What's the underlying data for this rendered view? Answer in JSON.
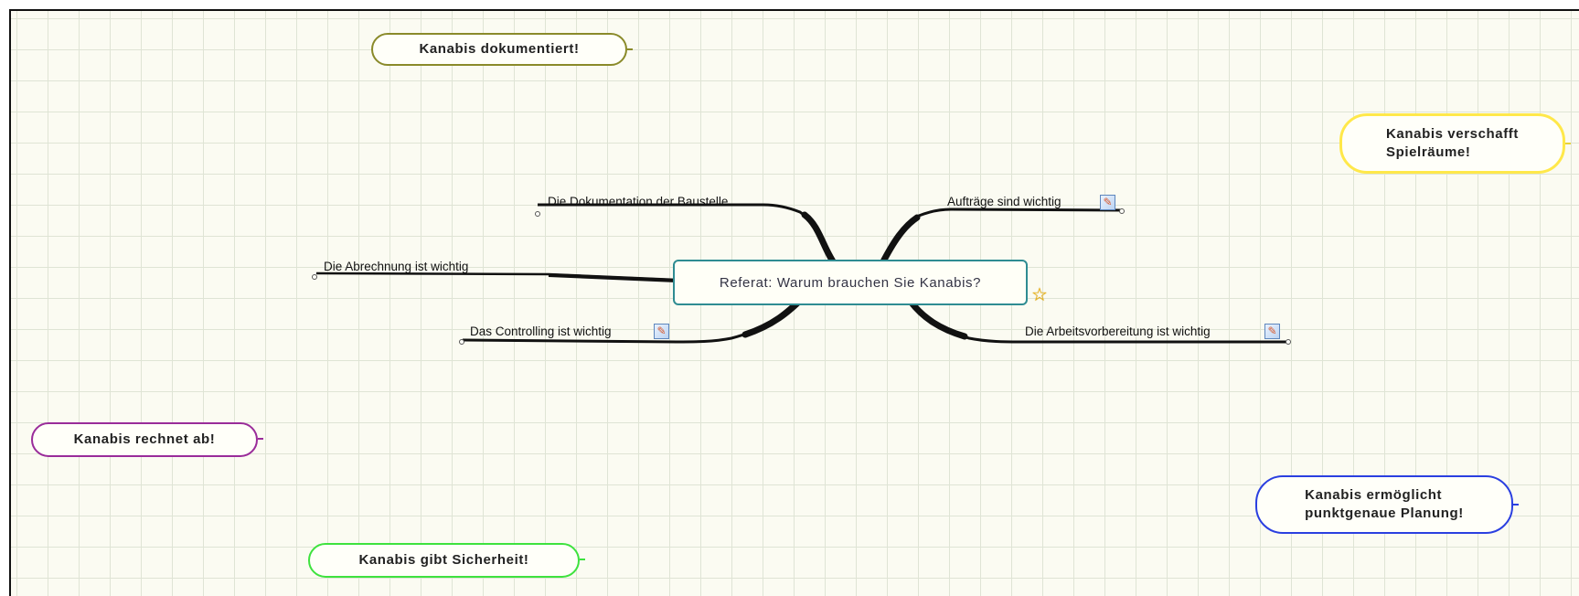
{
  "map": {
    "central_topic": "Referat: Warum brauchen Sie Kanabis?",
    "central_icon": "star-icon",
    "branches": [
      {
        "label": "Die Dokumentation der Baustelle",
        "has_note": false
      },
      {
        "label": "Die Abrechnung ist wichtig",
        "has_note": false
      },
      {
        "label": "Das Controlling ist wichtig",
        "has_note": true
      },
      {
        "label": "Aufträge sind wichtig",
        "has_note": true
      },
      {
        "label": "Die Arbeitsvorbereitung ist wichtig",
        "has_note": true
      }
    ],
    "floating_topics": [
      {
        "label": "Kanabis dokumentiert!",
        "color": "#8a8a2a"
      },
      {
        "label": "Kanabis verschafft\nSpielräume!",
        "color": "#ffe84a"
      },
      {
        "label": "Kanabis rechnet ab!",
        "color": "#9a2c9a"
      },
      {
        "label": "Kanabis ermöglicht\npunktgenaue Planung!",
        "color": "#2a3fe0"
      },
      {
        "label": "Kanabis gibt Sicherheit!",
        "color": "#3ee23e"
      }
    ]
  },
  "theme": {
    "grid_line_color": "#dfe4d5",
    "canvas_color": "#fbfbf2",
    "central_border": "#2f8c92",
    "edge_color": "#111111",
    "star_color": "#f1b400",
    "note_icon": "note-icon"
  }
}
